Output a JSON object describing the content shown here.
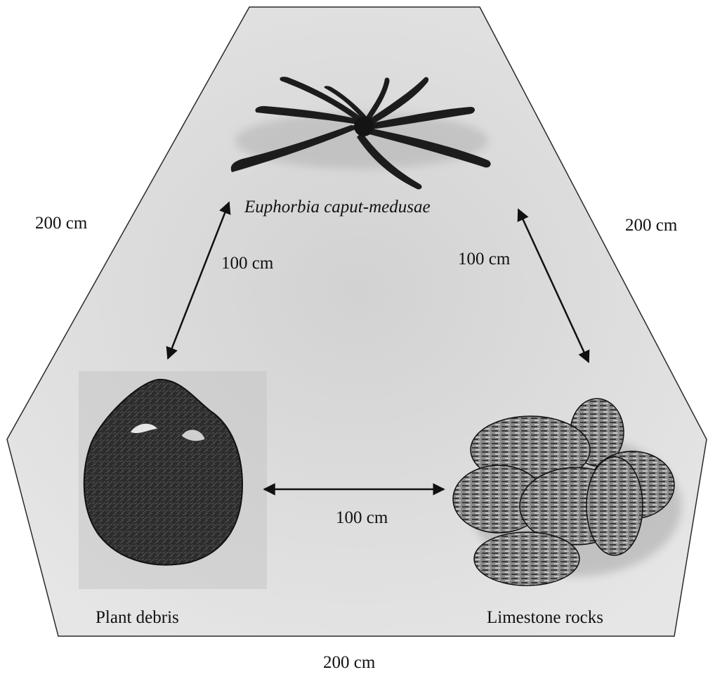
{
  "diagram": {
    "outer_dimensions": {
      "left_side": "200 cm",
      "right_side": "200 cm",
      "bottom_side": "200 cm"
    },
    "items": {
      "plant": "Euphorbia caput-medusae",
      "debris": "Plant debris",
      "rocks": "Limestone rocks"
    },
    "spacing": {
      "plant_to_debris": "100 cm",
      "plant_to_rocks": "100 cm",
      "debris_to_rocks": "100 cm"
    },
    "colors": {
      "enclosure_fill": "#dcdcdc",
      "enclosure_stroke": "#2a2a2a",
      "plant": "#1c1c1c",
      "debris": "#2e2e2e",
      "rocks": "#6e6e6e",
      "arrow": "#111111"
    }
  }
}
